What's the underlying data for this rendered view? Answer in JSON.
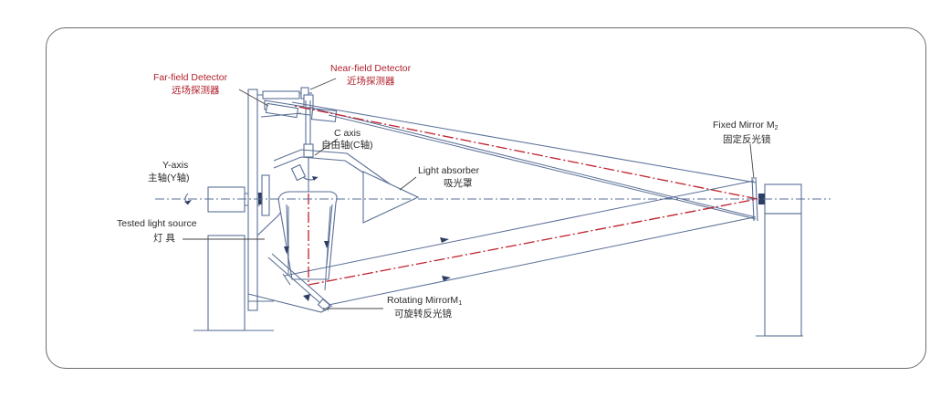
{
  "labels": {
    "far_field_en": "Far-field Detector",
    "far_field_cn": "远场探测器",
    "near_field_en": "Near-field Detector",
    "near_field_cn": "近场探测器",
    "c_axis_en": "C axis",
    "c_axis_cn": "自由轴(C轴)",
    "y_axis_en": "Υ-axis",
    "y_axis_cn": "主轴(Υ轴)",
    "light_absorber_en": "Light absorber",
    "light_absorber_cn": "吸光罩",
    "tested_source_en": "Tested light source",
    "tested_source_cn": "灯 具",
    "fixed_mirror_en": "Fixed Mirror M",
    "fixed_mirror_sub": "2",
    "fixed_mirror_cn": "固定反光镜",
    "rotating_mirror_en": "Rotating MirrorM",
    "rotating_mirror_sub": "1",
    "rotating_mirror_cn": "可旋转反光镜"
  },
  "colors": {
    "frame": "#6d6d6d",
    "structure": "#5a6f96",
    "optical_axis_red": "#c0202c",
    "label_red": "#b0202c",
    "label_dark": "#2b2b2b"
  }
}
